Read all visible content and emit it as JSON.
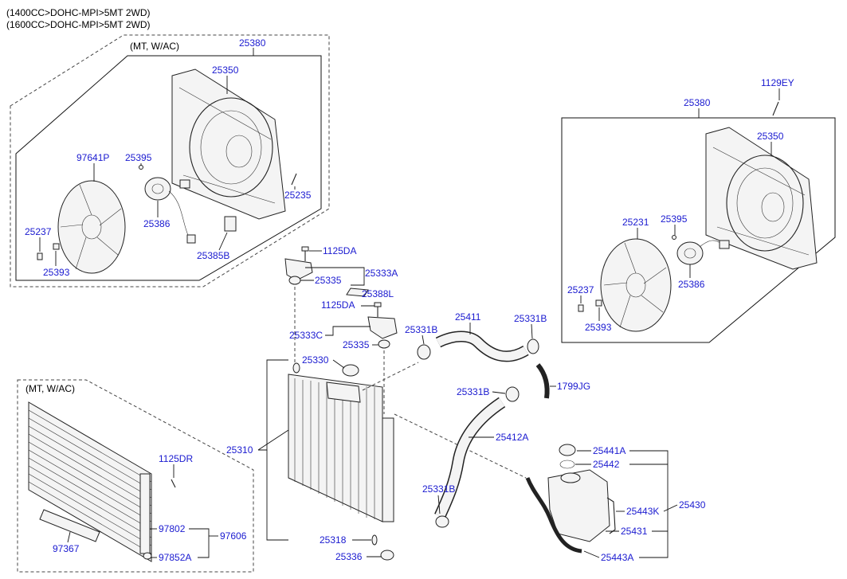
{
  "header": {
    "line1": "(1400CC>DOHC-MPI>5MT 2WD)",
    "line2": "(1600CC>DOHC-MPI>5MT 2WD)"
  },
  "groups": {
    "left_fan": "(MT, W/AC)",
    "condenser": "(MT, W/AC)"
  },
  "labels": {
    "p25380_left": "25380",
    "p25350_left": "25350",
    "p97641P": "97641P",
    "p25395_left": "25395",
    "p25235": "25235",
    "p25386_left": "25386",
    "p25237_left": "25237",
    "p25393_left": "25393",
    "p25385B": "25385B",
    "p1129EY": "1129EY",
    "p25380_right": "25380",
    "p25350_right": "25350",
    "p25231": "25231",
    "p25395_right": "25395",
    "p25386_right": "25386",
    "p25237_right": "25237",
    "p25393_right": "25393",
    "p1125DA_top": "1125DA",
    "p25333A": "25333A",
    "p25335_top": "25335",
    "p25388L": "25388L",
    "p1125DA_mid": "1125DA",
    "p25333C": "25333C",
    "p25335_mid": "25335",
    "p25331B_1": "25331B",
    "p25411": "25411",
    "p25331B_2": "25331B",
    "p25330": "25330",
    "p1799JG": "1799JG",
    "p25331B_3": "25331B",
    "p25412A": "25412A",
    "p25310": "25310",
    "p25331B_4": "25331B",
    "p25441A": "25441A",
    "p25442": "25442",
    "p25443K": "25443K",
    "p25430": "25430",
    "p25431": "25431",
    "p25443A": "25443A",
    "p25318": "25318",
    "p25336": "25336",
    "p1125DR": "1125DR",
    "p97802": "97802",
    "p97606": "97606",
    "p97367": "97367",
    "p97852A": "97852A"
  }
}
